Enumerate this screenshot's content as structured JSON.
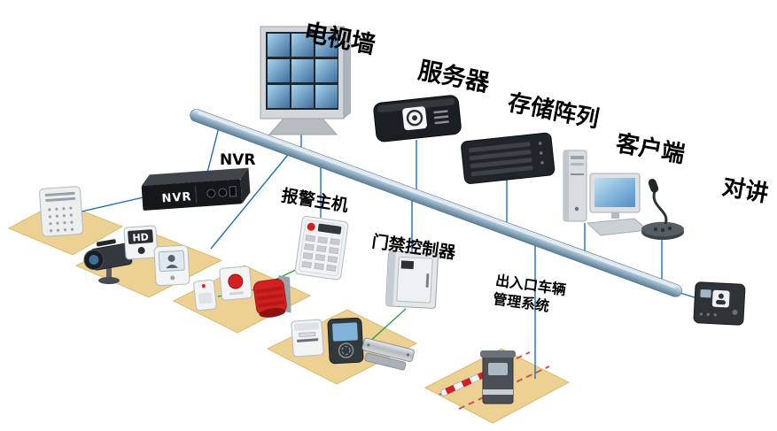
{
  "colors": {
    "line_blue": "#1e6fb8",
    "line_green": "#2aa244",
    "platform_fill": "#ecd193",
    "platform_edge": "#d9ba6e",
    "parking_red": "#d05050",
    "screen_blue": "#4f8fc6",
    "alarm_red": "#d42020",
    "device_dark": "#1b1e22",
    "label_color": "#000000"
  },
  "labels": {
    "tv_wall": "电视墙",
    "server": "服务器",
    "storage_array": "存储阵列",
    "client": "客户端",
    "intercom": "对讲",
    "nvr_callout": "NVR",
    "alarm_host": "报警主机",
    "access_controller": "门禁控制器",
    "vehicle_mgmt_line1": "出入口车辆",
    "vehicle_mgmt_line2": "管理系统"
  },
  "device_texts": {
    "nvr_front": "NVR",
    "hd_camera": "HD"
  }
}
